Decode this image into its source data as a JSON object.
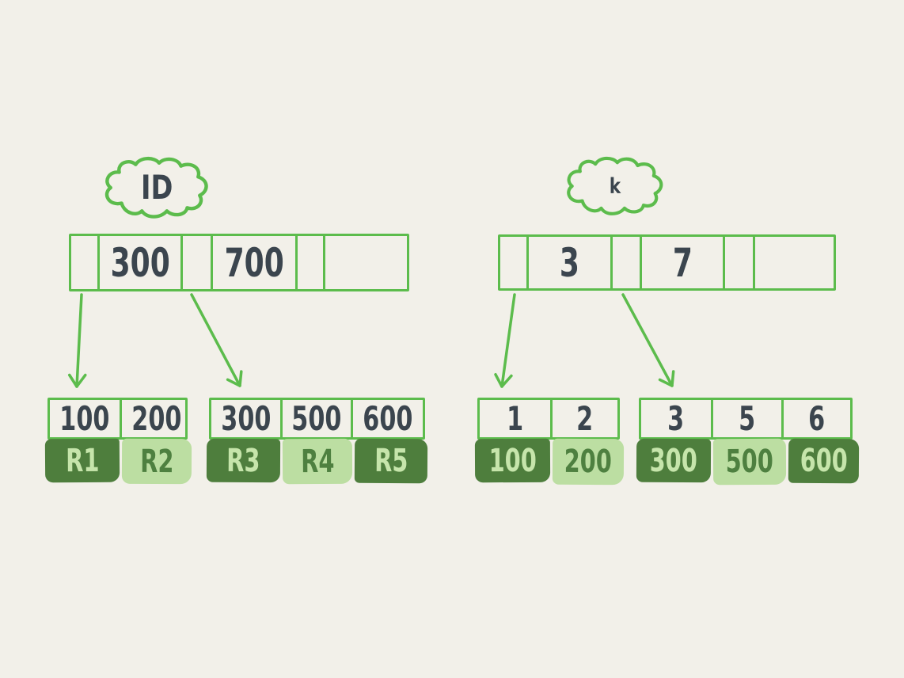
{
  "palette": {
    "background": "#f2f0e9",
    "stroke_green": "#5cbc4c",
    "ink": "#3b454e",
    "dark_green_fill": "#4e7e3d",
    "light_green_fill": "#bcdea2",
    "text_on_dark": "#c6e5ab",
    "text_on_light": "#4e8040"
  },
  "left_tree": {
    "cloud_label": "ID",
    "root_cells": [
      "",
      "300",
      "",
      "700",
      "",
      ""
    ],
    "leaves": [
      {
        "keys": [
          "100",
          "200"
        ],
        "records": [
          "R1",
          "R2"
        ]
      },
      {
        "keys": [
          "300",
          "500",
          "600"
        ],
        "records": [
          "R3",
          "R4",
          "R5"
        ]
      }
    ]
  },
  "right_tree": {
    "cloud_label": "k",
    "root_cells": [
      "",
      "3",
      "",
      "7",
      "",
      ""
    ],
    "leaves": [
      {
        "keys": [
          "1",
          "2"
        ],
        "records": [
          "100",
          "200"
        ]
      },
      {
        "keys": [
          "3",
          "5",
          "6"
        ],
        "records": [
          "300",
          "500",
          "600"
        ]
      }
    ]
  }
}
